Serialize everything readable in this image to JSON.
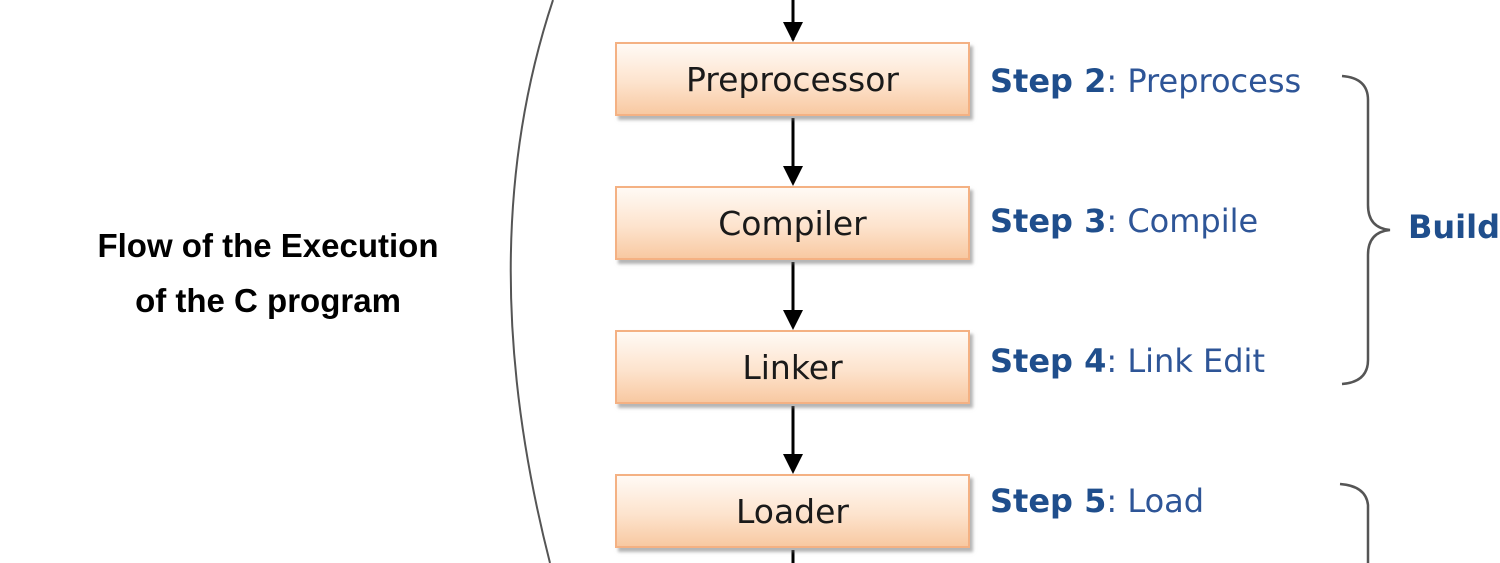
{
  "title": {
    "line1": "Flow of the Execution",
    "line2": "of the C program"
  },
  "boxes": [
    {
      "label": "Preprocessor"
    },
    {
      "label": "Compiler"
    },
    {
      "label": "Linker"
    },
    {
      "label": "Loader"
    }
  ],
  "steps": [
    {
      "prefix": "Step 2",
      "sep": ": ",
      "text": "Preprocess"
    },
    {
      "prefix": "Step 3",
      "sep": ": ",
      "text": "Compile"
    },
    {
      "prefix": "Step 4",
      "sep": ": ",
      "text": "Link Edit"
    },
    {
      "prefix": "Step 5",
      "sep": ": ",
      "text": "Load"
    }
  ],
  "groups": [
    {
      "label": "Build"
    }
  ],
  "colors": {
    "box_border": "#f4b183",
    "step_text": "#2e5597",
    "step_bold": "#1f4e8c",
    "bracket": "#555555",
    "arrow": "#000000"
  }
}
